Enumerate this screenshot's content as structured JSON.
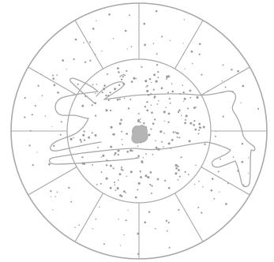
{
  "figure": {
    "type": "circular-star-chart",
    "sectors": 12,
    "colors": {
      "background": "#ffffff",
      "line": "#a8a8a8",
      "dots": "#9a9a9a",
      "center": "#b5b5b5"
    },
    "icons": [
      "hare-figure"
    ]
  }
}
